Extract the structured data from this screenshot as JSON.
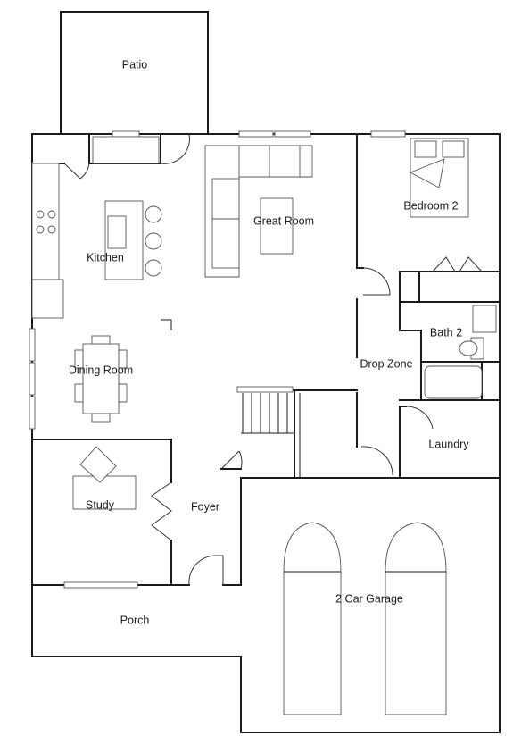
{
  "rooms": {
    "patio": "Patio",
    "kitchen": "Kitchen",
    "great_room": "Great Room",
    "bedroom2": "Bedroom 2",
    "bath2": "Bath 2",
    "dining_room": "Dining Room",
    "drop_zone": "Drop Zone",
    "laundry": "Laundry",
    "study": "Study",
    "foyer": "Foyer",
    "garage": "2 Car Garage",
    "porch": "Porch"
  }
}
